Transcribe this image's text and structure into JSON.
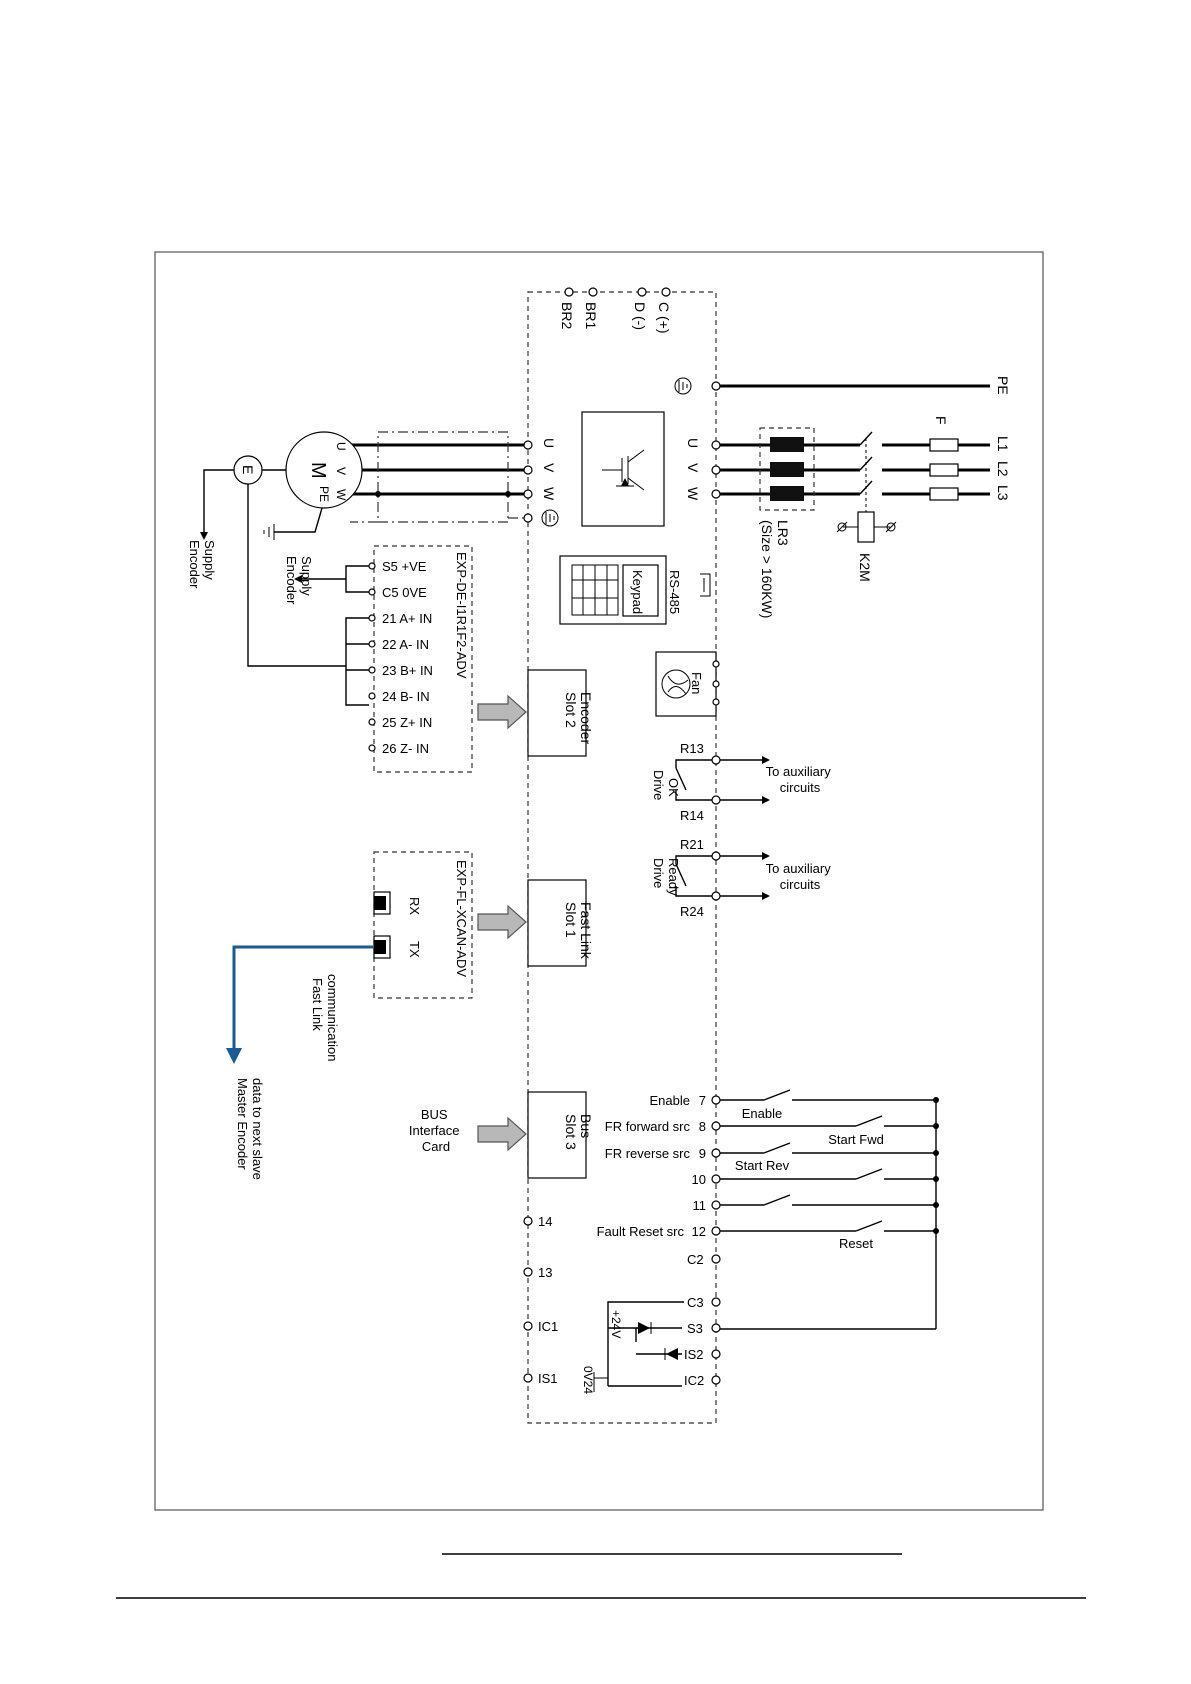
{
  "power": {
    "pe": "PE",
    "l1": "L1",
    "l2": "L2",
    "l3": "L3",
    "fuse": "F",
    "contactor": "K2M",
    "reactor": "LR3",
    "reactor_note": "(Size > 160KW)"
  },
  "dc_terminals": [
    "C (+)",
    "D (-)",
    "BR1",
    "BR2"
  ],
  "drive_inputs": [
    "U",
    "V",
    "W"
  ],
  "drive_outputs": [
    "U",
    "V",
    "W"
  ],
  "motor": {
    "letter": "M",
    "phases": [
      "U",
      "V",
      "W"
    ],
    "pe": "PE",
    "encoder_letter": "E",
    "encoder_supply": "Encoder\nSupply"
  },
  "encoder_card": {
    "name": "EXP-DE-I1R1F2-ADV",
    "supply_label": "Encoder\nSupply",
    "terminals": [
      "S5  +VE",
      "C5  0VE",
      "21  A+ IN",
      "22  A- IN",
      "23  B+ IN",
      "24  B- IN",
      "25  Z+ IN",
      "26  Z- IN"
    ]
  },
  "fastlink_card": {
    "name": "EXP-FL-XCAN-ADV",
    "rx": "RX",
    "tx": "TX",
    "comm_label": "Fast Link\ncommunication",
    "master_label": "Master Encoder\ndata to next slave"
  },
  "slots": {
    "slot2": "Slot 2\nEncoder",
    "slot1": "Slot 1\nFast Link",
    "slot3": "Slot 3\nBus"
  },
  "bus_card": "BUS\nInterface\nCard",
  "keypad": "Keypad",
  "rs485": "RS-485",
  "fan": "Fan",
  "relays": {
    "r13": "R13",
    "r14": "R14",
    "drive_ok": "Drive\nOK",
    "r21": "R21",
    "r24": "R24",
    "drive_ready": "Drive\nReady",
    "aux1": "To auxiliary\ncircuits",
    "aux2": "To auxiliary\ncircuits"
  },
  "digital_inputs": [
    {
      "func": "Enable",
      "num": "7",
      "switch": "Enable"
    },
    {
      "func": "FR forward src",
      "num": "8",
      "switch": "Start Fwd"
    },
    {
      "func": "FR reverse src",
      "num": "9",
      "switch": "Start Rev"
    },
    {
      "func": "",
      "num": "10",
      "switch": ""
    },
    {
      "func": "",
      "num": "11",
      "switch": ""
    },
    {
      "func": "Fault Reset src",
      "num": "12",
      "switch": "Reset"
    }
  ],
  "common_terms": {
    "c2": "C2",
    "c3": "C3",
    "s3": "S3",
    "is2": "IS2",
    "ic2": "IC2",
    "p24": "+24V",
    "ov24": "0V24"
  },
  "left_terms": [
    "14",
    "13",
    "IC1",
    "IS1"
  ]
}
